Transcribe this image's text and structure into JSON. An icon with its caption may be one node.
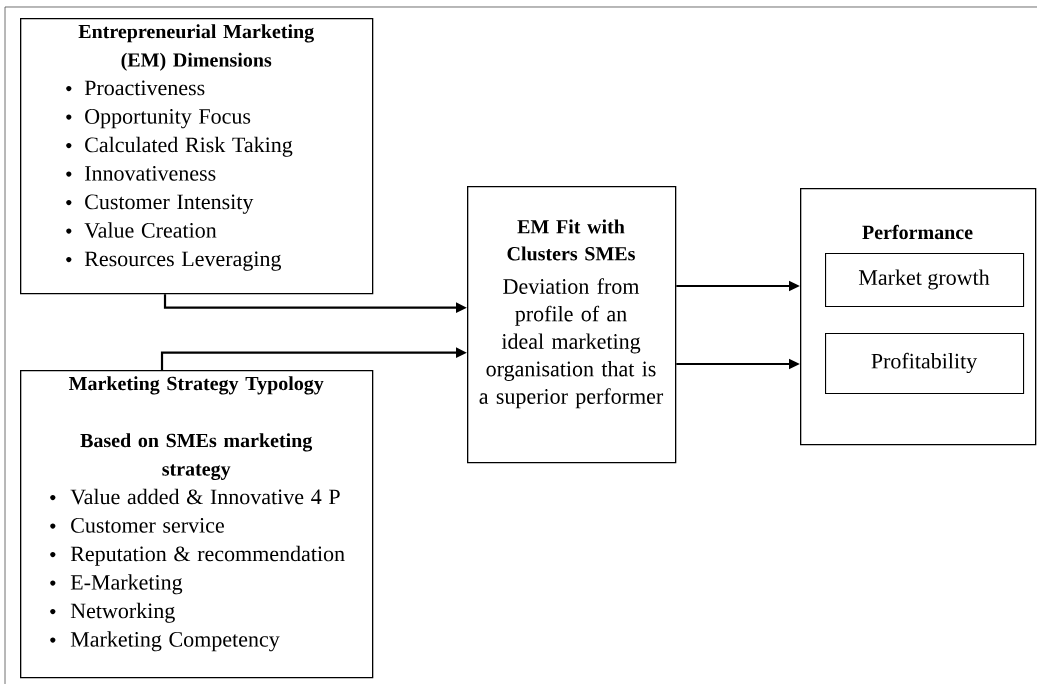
{
  "diagram": {
    "nodes": [
      {
        "text": [
          "Entrepreneurial Marketing (EM) Dimensions",
          "Proactiveness",
          "Opportunity Focus",
          "Calculated Risk Taking",
          "Innovativeness",
          "Customer Intensity",
          "Value Creation",
          "Resources Leveraging"
        ]
      },
      {
        "text": [
          "Marketing Strategy Typology",
          "Based on SMEs marketing strategy",
          "Value added & Innovative 4 P",
          "Customer service",
          "Reputation & recommendation",
          "E-Marketing",
          "Networking",
          "Marketing Competency"
        ]
      },
      {
        "text": [
          "EM Fit with Clusters SMEs",
          "Deviation from profile of an ideal marketing organisation that is a superior performer"
        ]
      },
      {
        "text": [
          "Performance"
        ]
      },
      {
        "text": [
          "Market growth"
        ],
        "in": 3
      },
      {
        "text": [
          "Profitability"
        ],
        "in": 3
      }
    ],
    "edges": [
      {
        "from": 0,
        "to": 2,
        "arrow": "to"
      },
      {
        "from": 1,
        "to": 2,
        "arrow": "to"
      },
      {
        "from": 2,
        "to": 3,
        "arrow": "to"
      },
      {
        "from": 2,
        "to": 3,
        "arrow": "to"
      }
    ]
  }
}
